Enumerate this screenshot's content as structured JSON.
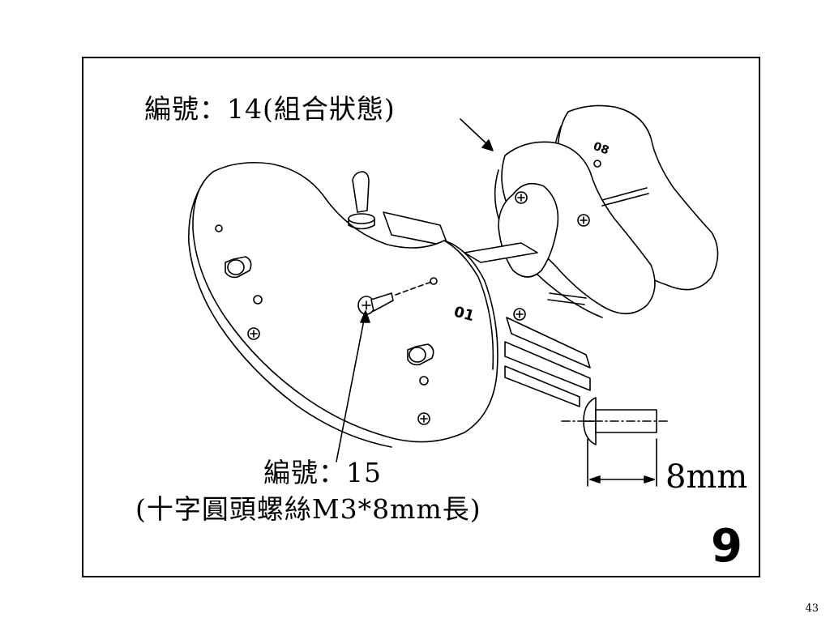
{
  "labels": {
    "part14": "編號：14(組合狀態)",
    "part15": "編號：15",
    "part15_desc": "(十字圓頭螺絲M3*8mm長)",
    "screw_length": "8mm",
    "step_number": "9",
    "page_number": "43",
    "plate_mark_front": "01",
    "plate_mark_back": "08"
  },
  "colors": {
    "line": "#000000",
    "paper": "#ffffff"
  },
  "icons": {
    "screw": "phillips-pan-head-screw-icon"
  }
}
